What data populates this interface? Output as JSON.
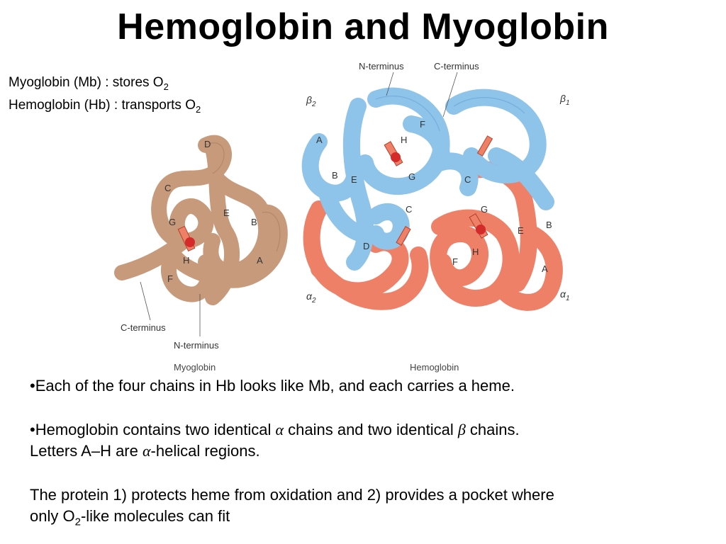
{
  "title": "Hemoglobin and Myoglobin",
  "intro": {
    "line1_text": "Myoglobin (Mb) : stores O",
    "line1_sub": "2",
    "line2_text": "Hemoglobin (Hb) : transports O",
    "line2_sub": "2"
  },
  "diagram": {
    "myoglobin_caption": "Myoglobin",
    "hemoglobin_caption": "Hemoglobin",
    "mb_helix_labels": [
      "D",
      "C",
      "E",
      "B",
      "G",
      "H",
      "A",
      "F"
    ],
    "mb_c_terminus": "C-terminus",
    "mb_n_terminus": "N-terminus",
    "hb_n_terminus": "N-terminus",
    "hb_c_terminus": "C-terminus",
    "beta2": "β",
    "beta2_sub": "2",
    "beta1": "β",
    "beta1_sub": "1",
    "alpha2": "α",
    "alpha2_sub": "2",
    "alpha1": "α",
    "alpha1_sub": "1",
    "hb_beta_labels": [
      "F",
      "A",
      "H",
      "B",
      "E",
      "G",
      "C",
      "D"
    ],
    "hb_alpha_labels": [
      "C",
      "G",
      "E",
      "B",
      "H",
      "F",
      "A"
    ],
    "colors": {
      "myoglobin": "#c89a7c",
      "beta_chain": "#8ec3ea",
      "alpha_chain": "#ef8068",
      "heme": "#d42a2a"
    }
  },
  "bullets": {
    "b1": "•Each of the four chains in Hb looks like Mb, and each carries a heme.",
    "b2_part1": "•Hemoglobin contains two identical ",
    "b2_alpha": "α",
    "b2_part2": " chains and two identical ",
    "b2_beta": "β",
    "b2_part3": " chains.",
    "b2_line2_part1": "Letters  A–H are ",
    "b2_line2_alpha": "α",
    "b2_line2_part2": "-helical regions.",
    "b3_line1": "The protein 1) protects heme from oxidation and 2) provides a pocket where",
    "b3_line2_part1": "only O",
    "b3_line2_sub": "2",
    "b3_line2_part2": "-like molecules can fit"
  }
}
